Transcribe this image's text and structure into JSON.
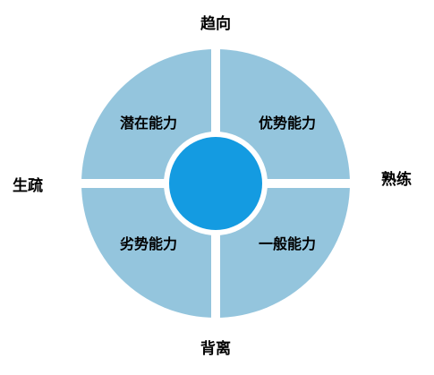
{
  "axes": {
    "top": "趋向",
    "bottom": "背离",
    "left": "生疏",
    "right": "熟练"
  },
  "quadrants": {
    "top_left": "潜在能力",
    "top_right": "优势能力",
    "bottom_left": "劣势能力",
    "bottom_right": "一般能力"
  },
  "colors": {
    "quadrant_fill": "#94c5dd",
    "center_fill": "#149be1",
    "separator": "#ffffff"
  }
}
